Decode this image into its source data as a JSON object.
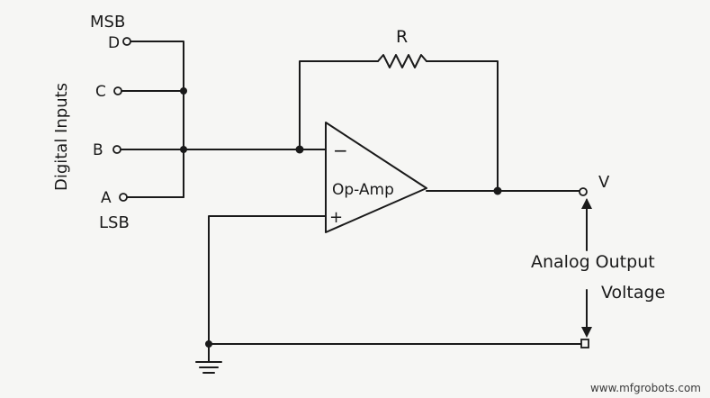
{
  "labels": {
    "msb": "MSB",
    "lsb": "LSB",
    "inputs_title": "Digital Inputs",
    "input_d": "D",
    "input_c": "C",
    "input_b": "B",
    "input_a": "A",
    "resistor": "R",
    "opamp": "Op-Amp",
    "inverting": "−",
    "noninverting": "+",
    "output": "V",
    "analog_line1": "Analog Output",
    "analog_line2": "Voltage"
  },
  "watermark": "www.mfgrobots.com",
  "icons": {
    "resistor": "resistor-zigzag-icon",
    "ground": "ground-icon",
    "opamp": "opamp-triangle-icon"
  },
  "colors": {
    "background": "#f6f6f4",
    "ink": "#1a1a1a"
  }
}
